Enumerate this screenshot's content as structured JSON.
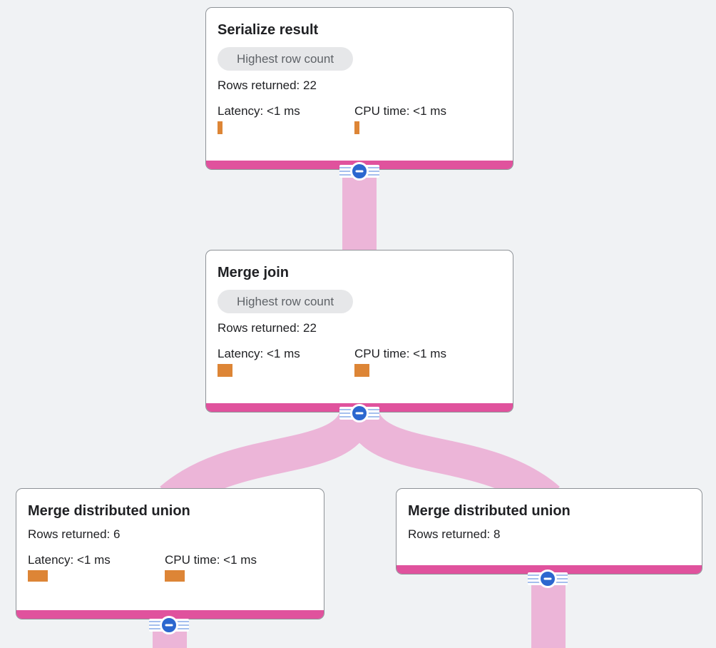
{
  "app": {
    "title": "Query execution plan graph"
  },
  "colors": {
    "bg": "#f0f2f4",
    "card_bg": "#ffffff",
    "card_border": "#8e9297",
    "accent_pink": "#e0529d",
    "ribbon_pink": "#ecb5d8",
    "button_blue": "#2c67cf",
    "stripe_blue": "#a5bfee",
    "bar_orange": "#dd8536",
    "text_dark": "#202124",
    "badge_bg": "#e6e7e9",
    "badge_text": "#5f6368"
  },
  "nodes": [
    {
      "title": "Serialize result",
      "badge": "Highest row count",
      "rows": "Rows returned: 22",
      "latency": "Latency: <1 ms",
      "cpu": "CPU time: <1 ms",
      "latency_bar": {
        "w": 7,
        "h": 18
      },
      "cpu_bar": {
        "w": 7,
        "h": 18
      }
    },
    {
      "title": "Merge join",
      "badge": "Highest row count",
      "rows": "Rows returned: 22",
      "latency": "Latency: <1 ms",
      "cpu": "CPU time: <1 ms",
      "latency_bar": {
        "w": 21,
        "h": 18
      },
      "cpu_bar": {
        "w": 21,
        "h": 18
      }
    },
    {
      "title": "Merge distributed union",
      "rows": "Rows returned: 6",
      "latency": "Latency: <1 ms",
      "cpu": "CPU time: <1 ms",
      "latency_bar": {
        "w": 28,
        "h": 16
      },
      "cpu_bar": {
        "w": 28,
        "h": 16
      }
    },
    {
      "title": "Merge distributed union",
      "rows": "Rows returned: 8"
    }
  ],
  "edges": [
    {
      "from": "Merge join",
      "to": "Serialize result"
    },
    {
      "from": "Merge distributed union (rows 6)",
      "to": "Merge join"
    },
    {
      "from": "Merge distributed union (rows 8)",
      "to": "Merge join"
    },
    {
      "from": "offscreen-below",
      "to": "Merge distributed union (rows 6)"
    },
    {
      "from": "offscreen-below",
      "to": "Merge distributed union (rows 8)"
    }
  ],
  "collapse_button": {
    "glyph": "minus",
    "count": 4
  }
}
